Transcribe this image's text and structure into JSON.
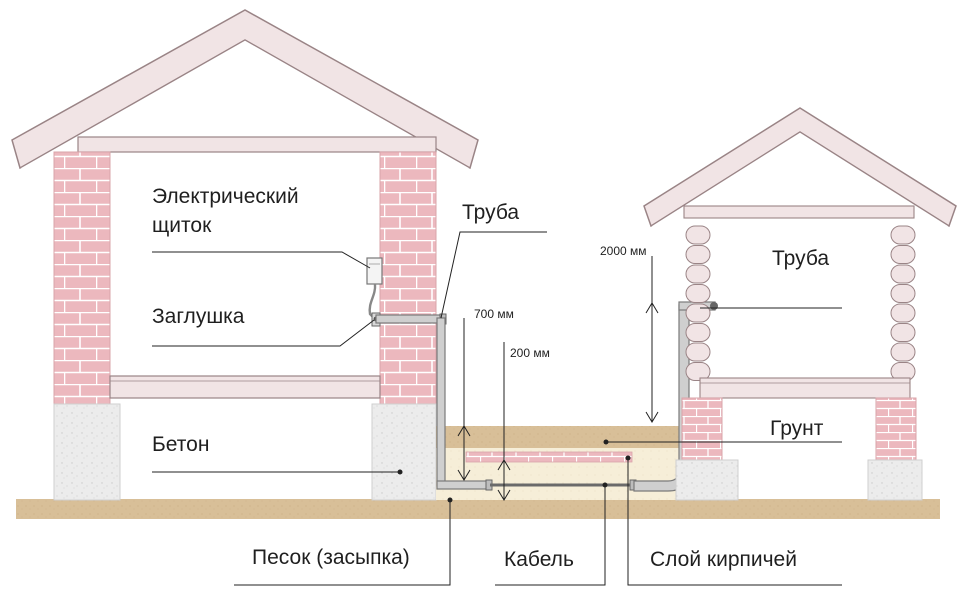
{
  "labels": {
    "panel_line1": "Электрический",
    "panel_line2": "щиток",
    "plug": "Заглушка",
    "concrete": "Бетон",
    "pipe_left": "Труба",
    "pipe_right": "Труба",
    "ground": "Грунт",
    "sand": "Песок (засыпка)",
    "cable": "Кабель",
    "brick_layer": "Слой кирпичей"
  },
  "dimensions": {
    "d2000": "2000 мм",
    "d700": "700 мм",
    "d200": "200 мм"
  },
  "colors": {
    "roof": "#f1e4e5",
    "roof_stroke": "#9a8486",
    "brick": "#ecb8be",
    "mortar": "#ffffff",
    "concrete": "#ececec",
    "ground": "#d8bf98",
    "sand": "#f6eed8",
    "pipe": "#8a8a8a",
    "line": "#222222"
  }
}
